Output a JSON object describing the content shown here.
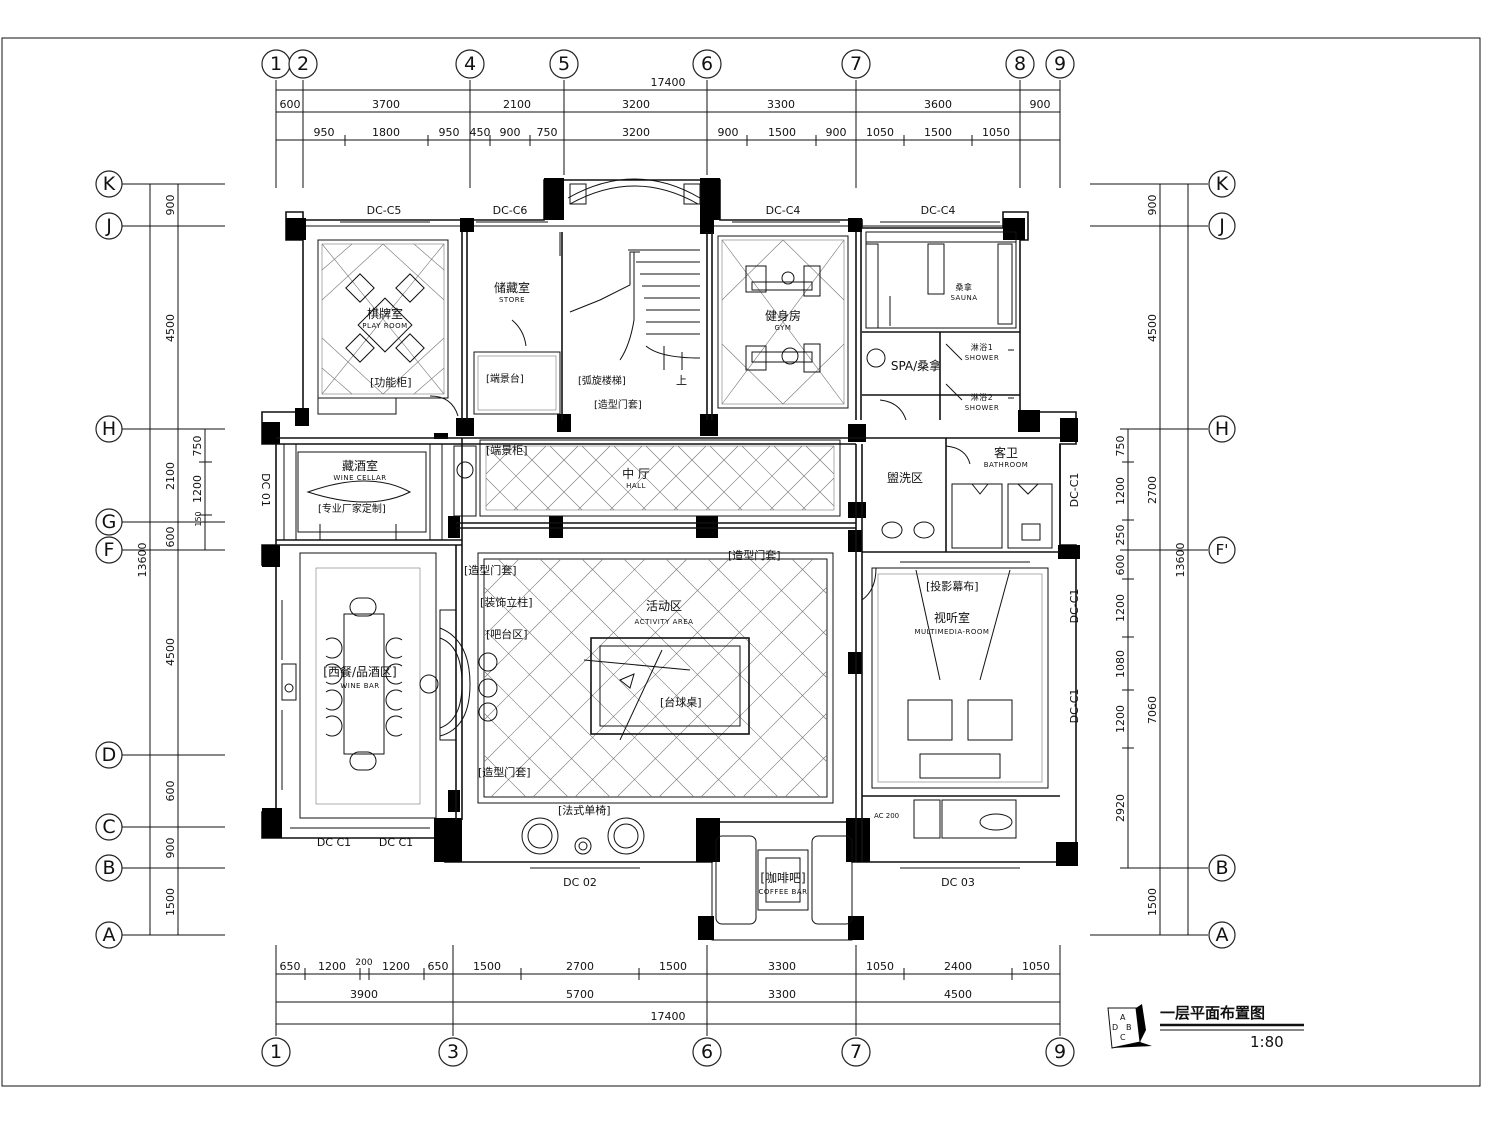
{
  "drawing": {
    "title": "一层平面布置图",
    "scale": "1:80",
    "badge_letters": [
      "A",
      "B",
      "C",
      "D"
    ]
  },
  "grid": {
    "top": [
      "1",
      "2",
      "4",
      "5",
      "6",
      "7",
      "8",
      "9"
    ],
    "bottom": [
      "1",
      "3",
      "6",
      "7",
      "9"
    ],
    "left": [
      "K",
      "J",
      "H",
      "G",
      "F",
      "D",
      "C",
      "B",
      "A"
    ],
    "right": [
      "K",
      "J",
      "H",
      "F'",
      "B",
      "A"
    ]
  },
  "dimensions": {
    "top_total": "17400",
    "top_row1": [
      "600",
      "3700",
      "2100",
      "3200",
      "3300",
      "3600",
      "900"
    ],
    "top_row2": [
      "950",
      "1800",
      "950",
      "450",
      "900",
      "750",
      "3200",
      "900",
      "1500",
      "900",
      "1050",
      "1500",
      "1050"
    ],
    "bottom_row1": [
      "650",
      "1200",
      "200",
      "1200",
      "650",
      "1500",
      "2700",
      "1500",
      "3300",
      "1050",
      "2400",
      "1050"
    ],
    "bottom_row2": [
      "3900",
      "5700",
      "3300",
      "4500"
    ],
    "bottom_total": "17400",
    "left_outer": "13600",
    "left_inner": [
      "900",
      "4500",
      "2100",
      "600",
      "4500",
      "600",
      "900",
      "1500"
    ],
    "left_sub": [
      "750",
      "1200",
      "150"
    ],
    "right_outer": "13600",
    "right_inner": [
      "900",
      "4500",
      "2700",
      "7060",
      "1500"
    ],
    "right_sub": [
      "750",
      "1200",
      "250",
      "600",
      "1200",
      "1080",
      "1200",
      "2920"
    ]
  },
  "rooms": {
    "chess": {
      "cn": "棋牌室",
      "en": "PLAY ROOM"
    },
    "store": {
      "cn": "储藏室",
      "en": "STORE"
    },
    "gym": {
      "cn": "健身房",
      "en": "GYM"
    },
    "sauna": {
      "cn": "桑拿",
      "en": "SAUNA"
    },
    "spa": {
      "cn": "SPA/桑拿"
    },
    "shower1": {
      "cn": "淋浴1",
      "en": "SHOWER"
    },
    "shower2": {
      "cn": "淋浴2",
      "en": "SHOWER"
    },
    "wine": {
      "cn": "藏酒室",
      "en": "WINE CELLAR"
    },
    "hall": {
      "cn": "中 厅",
      "en": "HALL"
    },
    "wash": {
      "cn": "盥洗区"
    },
    "bath": {
      "cn": "客卫",
      "en": "BATHROOM"
    },
    "activity": {
      "cn": "活动区",
      "en": "ACTIVITY AREA"
    },
    "av": {
      "cn": "视听室",
      "en": "MULTIMEDIA-ROOM"
    },
    "winebar": {
      "cn": "[西餐/品酒区]",
      "en": "WINE BAR"
    },
    "coffee": {
      "cn": "[咖啡吧]",
      "en": "COFFEE BAR"
    }
  },
  "labels": {
    "func_cabinet": "[功能柜]",
    "display_stand": "[端景台]",
    "spiral_stair": "[弧旋楼梯]",
    "door_frame": "[造型门套]",
    "display_cabinet": "[端景柜]",
    "custom_made": "[专业厂家定制]",
    "deco_column": "[装饰立柱]",
    "bar_area": "[吧台区]",
    "pool_table": "[台球桌]",
    "projection": "[投影幕布]",
    "french_chair": "[法式单椅]",
    "up": "上",
    "ac": "AC 200"
  },
  "windows": {
    "c5": "DC-C5",
    "c6": "DC-C6",
    "c4a": "DC-C4",
    "c4b": "DC-C4",
    "c1a": "DC C1",
    "c1b": "DC C1",
    "d2": "DC 02",
    "d3": "DC 03",
    "left": "DC 01",
    "right1": "DC-C1",
    "right2": "DC-C1",
    "right3": "DC-C1"
  }
}
